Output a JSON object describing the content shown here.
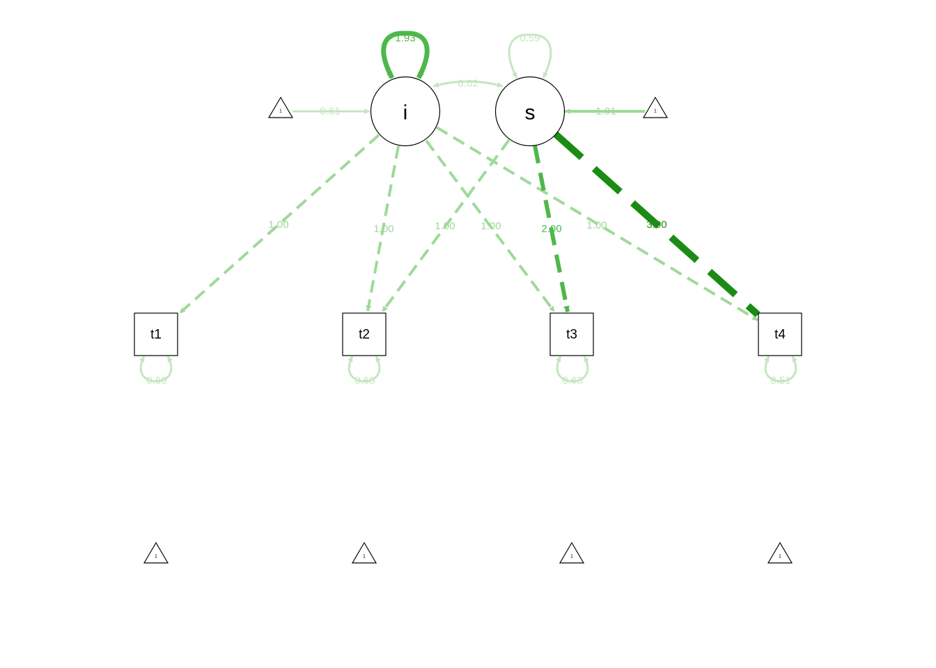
{
  "colors": {
    "c0": "#c5e6c0",
    "c1": "#9fd99a",
    "c2": "#4db84a",
    "c3": "#1a8c14"
  },
  "nodes": {
    "latent_i": "i",
    "latent_s": "s",
    "obs_t1": "t1",
    "obs_t2": "t2",
    "obs_t3": "t3",
    "obs_t4": "t4",
    "const_i": "1",
    "const_s": "1",
    "const_t1": "1",
    "const_t2": "1",
    "const_t3": "1",
    "const_t4": "1"
  },
  "edges": {
    "var_i": "1.93",
    "var_s": "0.59",
    "cov_is": "0.62",
    "mean_i": "0.61",
    "mean_s": "1.01",
    "i_t1": "1.00",
    "i_t2": "1.00",
    "i_t3": "1.00",
    "i_t4": "1.00",
    "s_t2": "1.00",
    "s_t3": "2.00",
    "s_t4": "3.00",
    "res_t1": "0.60",
    "res_t2": "0.68",
    "res_t3": "0.63",
    "res_t4": "0.51"
  }
}
